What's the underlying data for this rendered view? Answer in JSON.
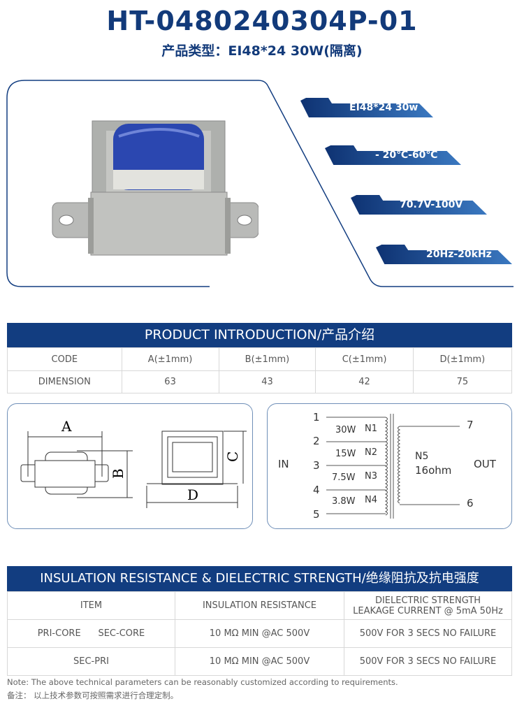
{
  "header": {
    "title": "HT-0480240304P-01",
    "subtitle": "产品类型：EI48*24  30W(隔离)"
  },
  "specs": [
    {
      "label": "EI48*24  30w"
    },
    {
      "label": "- 20℃-60℃"
    },
    {
      "label": "70.7V-100V"
    },
    {
      "label": "20Hz-20kHz"
    }
  ],
  "colors": {
    "brand": "#123d80",
    "accent": "#2f6db5"
  },
  "intro": {
    "title": "PRODUCT INTRODUCTION/产品介绍",
    "headers": [
      "CODE",
      "A(±1mm)",
      "B(±1mm)",
      "C(±1mm)",
      "D(±1mm)"
    ],
    "row": [
      "DIMENSION",
      "63",
      "43",
      "42",
      "75"
    ]
  },
  "dimension_drawing": {
    "labels": [
      "A",
      "B",
      "C",
      "D"
    ]
  },
  "schematic": {
    "in": "IN",
    "out": "OUT",
    "pins": [
      "1",
      "2",
      "3",
      "4",
      "5",
      "7",
      "6"
    ],
    "taps": [
      {
        "power": "30W",
        "winding": "N1"
      },
      {
        "power": "15W",
        "winding": "N2"
      },
      {
        "power": "7.5W",
        "winding": "N3"
      },
      {
        "power": "3.8W",
        "winding": "N4"
      }
    ],
    "secondary": {
      "winding": "N5",
      "impedance": "16ohm"
    }
  },
  "insulation": {
    "title": "INSULATION RESISTANCE & DIELECTRIC STRENGTH/绝缘阻抗及抗电强度",
    "headers": [
      "ITEM",
      "INSULATION RESISTANCE",
      "DIELECTRIC STRENGTH",
      "LEAKAGE CURRENT @ 5mA  50Hz"
    ],
    "rows": [
      [
        "PRI-CORE      SEC-CORE",
        "10 MΩ MIN  @AC  500V",
        "500V FOR 3 SECS NO FAILURE"
      ],
      [
        "SEC-PRI",
        "10 MΩ MIN  @AC  500V",
        "500V FOR 3 SECS NO FAILURE"
      ]
    ]
  },
  "notes": {
    "en": "Note: The above technical parameters can be reasonably customized according to requirements.",
    "cn": "备注：  以上技术参数可按照需求进行合理定制。"
  }
}
